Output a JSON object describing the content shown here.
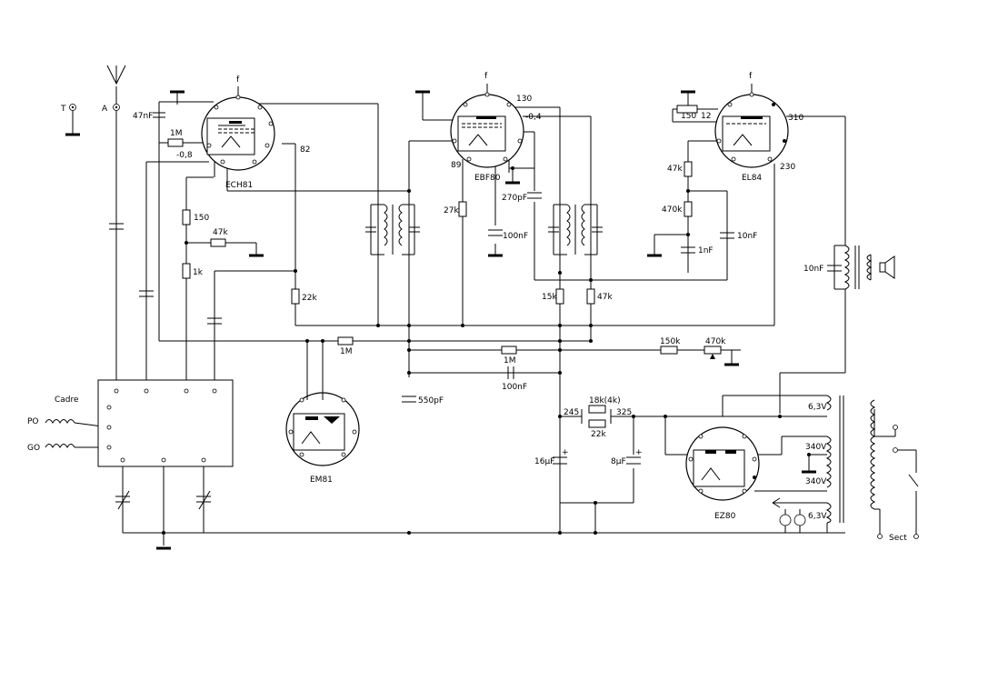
{
  "tubes": {
    "ech81": "ECH81",
    "ebf80": "EBF80",
    "el84": "EL84",
    "em81": "EM81",
    "ez80": "EZ80"
  },
  "labels": {
    "f1": "f",
    "f2": "f",
    "f3": "f",
    "T": "T",
    "A": "A",
    "c47nF": "47nF",
    "r1M_a": "1M",
    "v_m08": "-0,8",
    "v82": "82",
    "r150_a": "150",
    "r47k_a": "47k",
    "r1k": "1k",
    "r22k_a": "22k",
    "v130": "130",
    "v_m04": "-0,4",
    "v89": "89",
    "r27k": "27k",
    "c270pF": "270pF",
    "c100nF_a": "100nF",
    "r150_b": "150",
    "v12": "12",
    "v310": "310",
    "v230": "230",
    "r47k_b": "47k",
    "r470k": "470k",
    "c1nF": "1nF",
    "c10nF_a": "10nF",
    "c10nF_b": "10nF",
    "r15k": "15k",
    "r47k_c": "47k",
    "r1M_b": "1M",
    "r1M_c": "1M",
    "c100nF_b": "100nF",
    "r150k": "150k",
    "pot470k": "470k",
    "c550pF": "550pF",
    "v245": "245",
    "r18k": "18k(4k)",
    "v325": "325",
    "r22k_b": "22k",
    "c16uF": "16µF",
    "c8uF": "8µF",
    "v63_a": "6,3V",
    "v340_a": "340V",
    "v340_b": "340V",
    "v63_b": "6,3V",
    "sect": "Sect",
    "cadre": "Cadre",
    "po": "PO",
    "go": "GO"
  }
}
